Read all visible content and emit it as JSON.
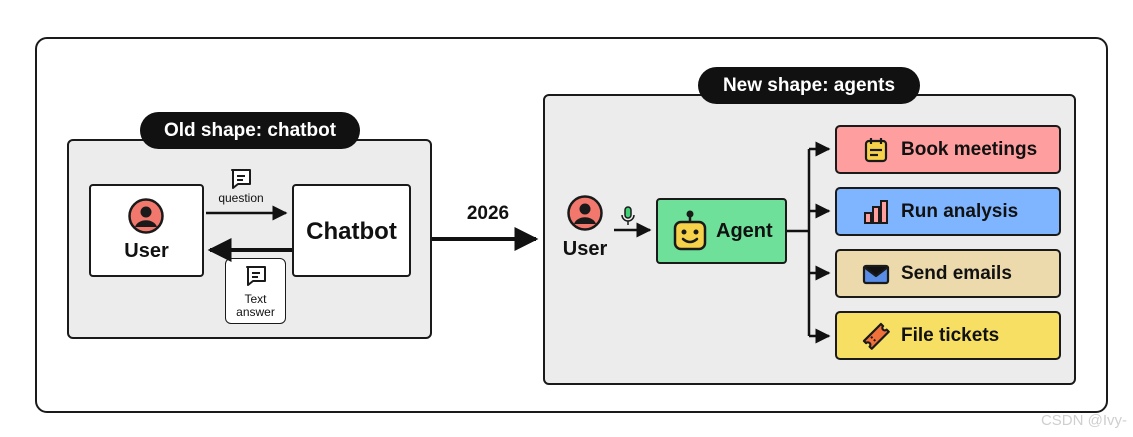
{
  "old": {
    "title": "Old shape: chatbot",
    "user": "User",
    "chatbot": "Chatbot",
    "question": "question",
    "answer_line1": "Text",
    "answer_line2": "answer"
  },
  "transition": {
    "year": "2026"
  },
  "new": {
    "title": "New shape: agents",
    "user": "User",
    "agent": "Agent",
    "tasks": [
      {
        "label": "Book meetings",
        "color": "#ff9e9e",
        "icon": "calendar-icon"
      },
      {
        "label": "Run analysis",
        "color": "#7fb5ff",
        "icon": "bar-chart-icon"
      },
      {
        "label": "Send emails",
        "color": "#ecd9ac",
        "icon": "envelope-icon"
      },
      {
        "label": "File tickets",
        "color": "#f6df62",
        "icon": "ticket-icon"
      }
    ]
  },
  "colors": {
    "agent_box": "#6fe09a",
    "user_icon": "#f2786d",
    "mic": "#3fcf75"
  },
  "watermark": "CSDN @Ivy-"
}
